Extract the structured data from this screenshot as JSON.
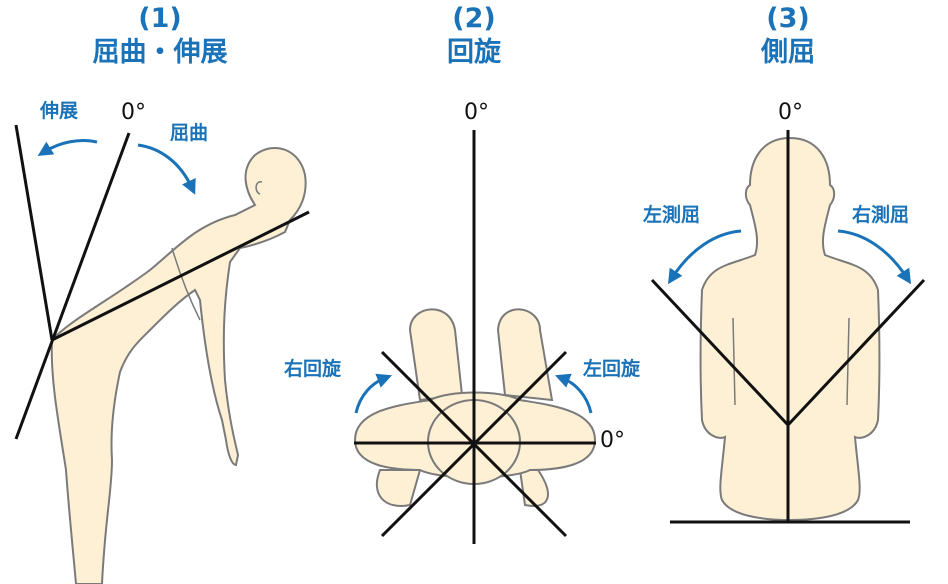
{
  "panels": [
    {
      "number": "(1)",
      "title": "屈曲・伸展",
      "labels": {
        "extension": "伸展",
        "flexion": "屈曲",
        "zero": "0°"
      }
    },
    {
      "number": "(2)",
      "title": "回旋",
      "labels": {
        "right_rotation": "右回旋",
        "left_rotation": "左回旋",
        "zero_top": "0°",
        "zero_side": "0°"
      }
    },
    {
      "number": "(3)",
      "title": "側屈",
      "labels": {
        "left_lateral": "左測屈",
        "right_lateral": "右測屈",
        "zero": "0°"
      }
    }
  ],
  "colors": {
    "accent": "#1a73b8",
    "skin": "#fdf0d5",
    "outline": "#7a7a7a",
    "line": "#111111"
  }
}
